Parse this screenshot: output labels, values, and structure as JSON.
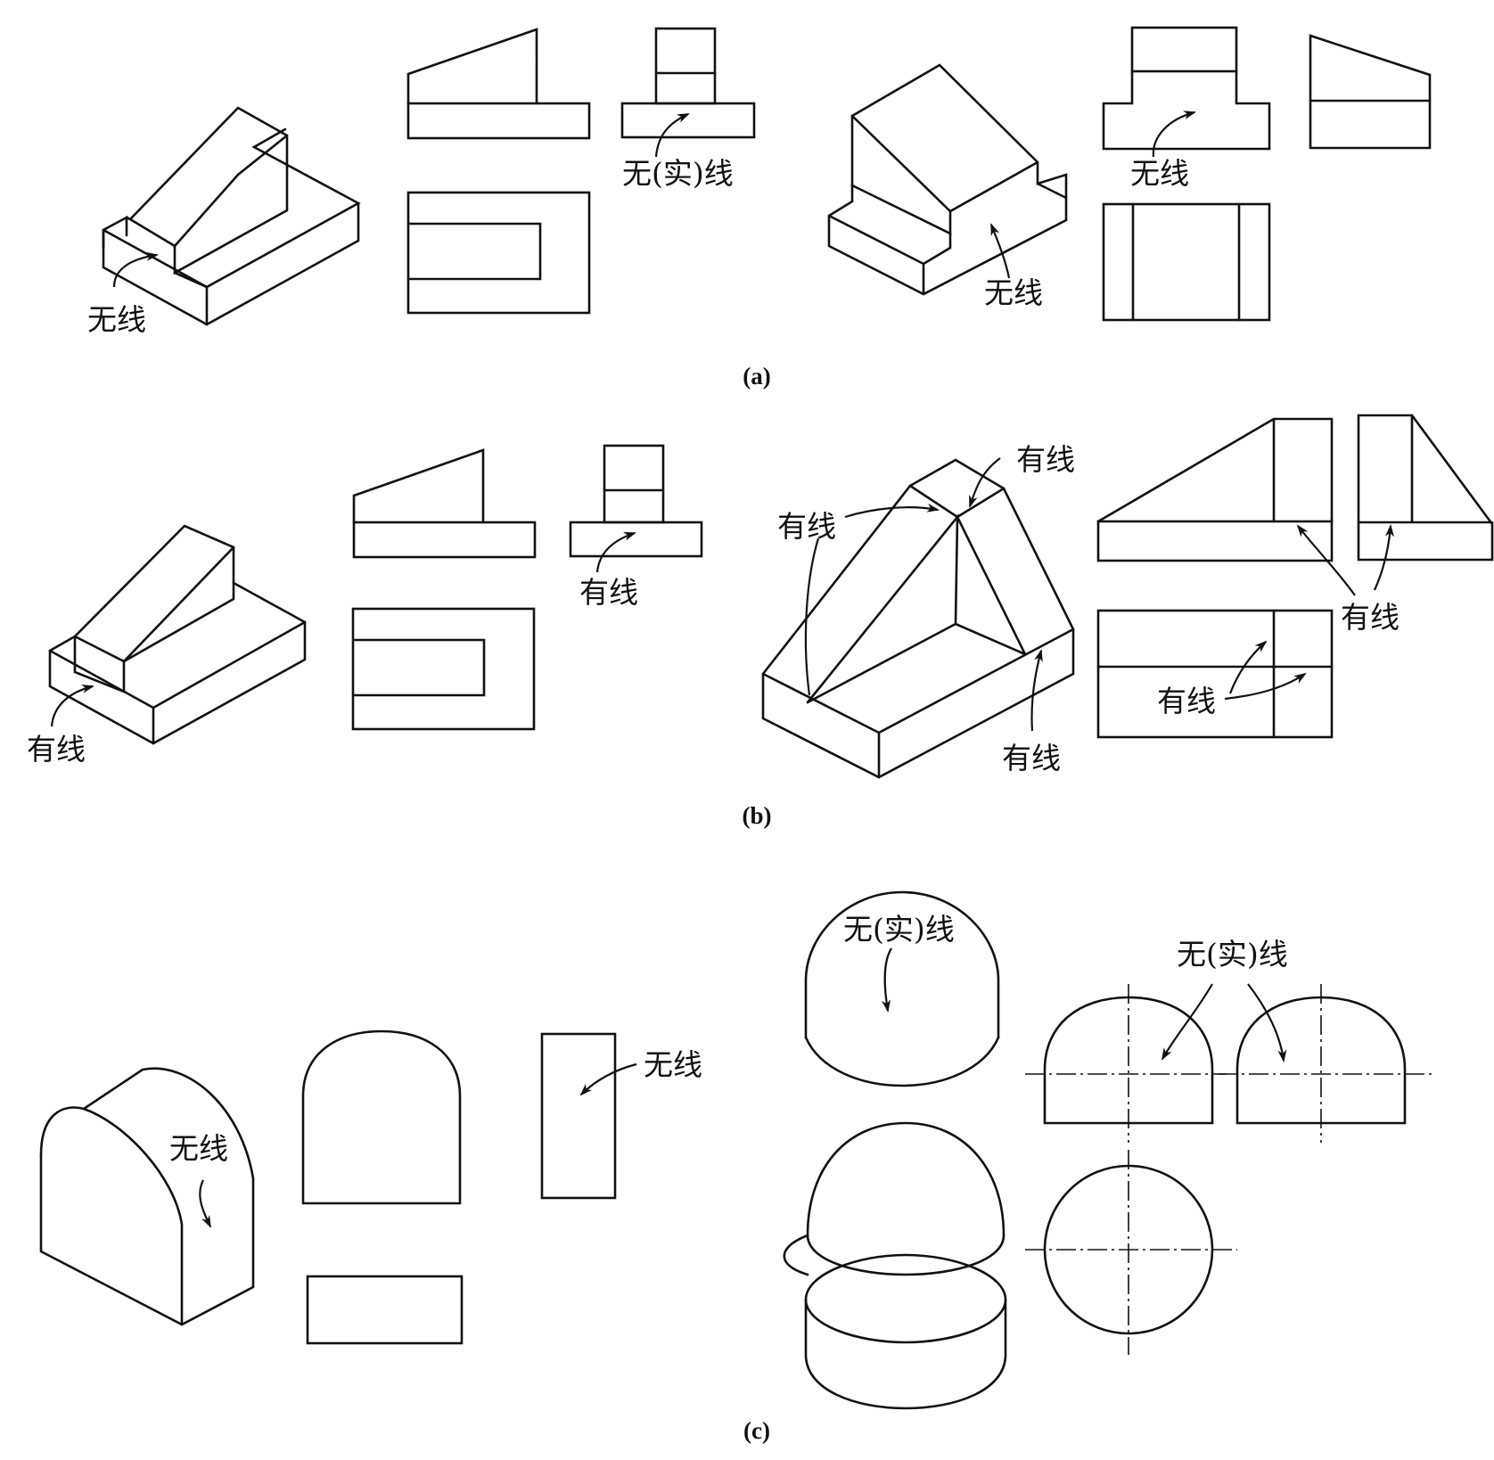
{
  "captions": {
    "a": "(a)",
    "b": "(b)",
    "c": "(c)"
  },
  "labels": {
    "no_line": "无线",
    "no_solid_line": "无(实)线",
    "has_line": "有线"
  }
}
